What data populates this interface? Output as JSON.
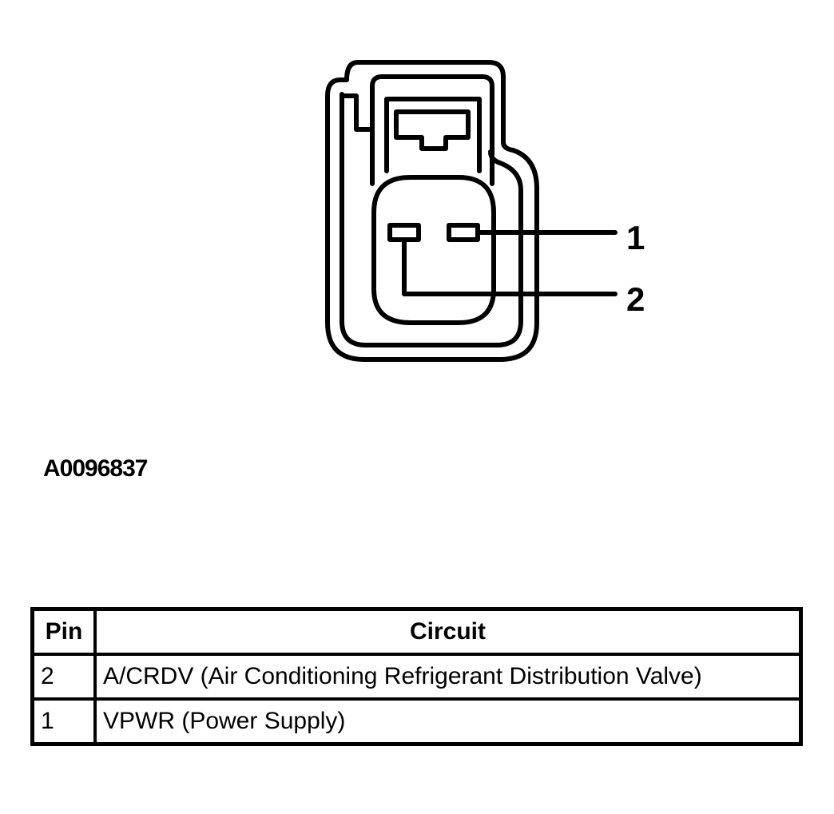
{
  "figure_id": "A0096837",
  "pin_callouts": [
    "1",
    "2"
  ],
  "table": {
    "headers": [
      "Pin",
      "Circuit"
    ],
    "rows": [
      [
        "2",
        "A/CRDV (Air Conditioning Refrigerant Distribution Valve)"
      ],
      [
        "1",
        "VPWR (Power Supply)"
      ]
    ]
  }
}
